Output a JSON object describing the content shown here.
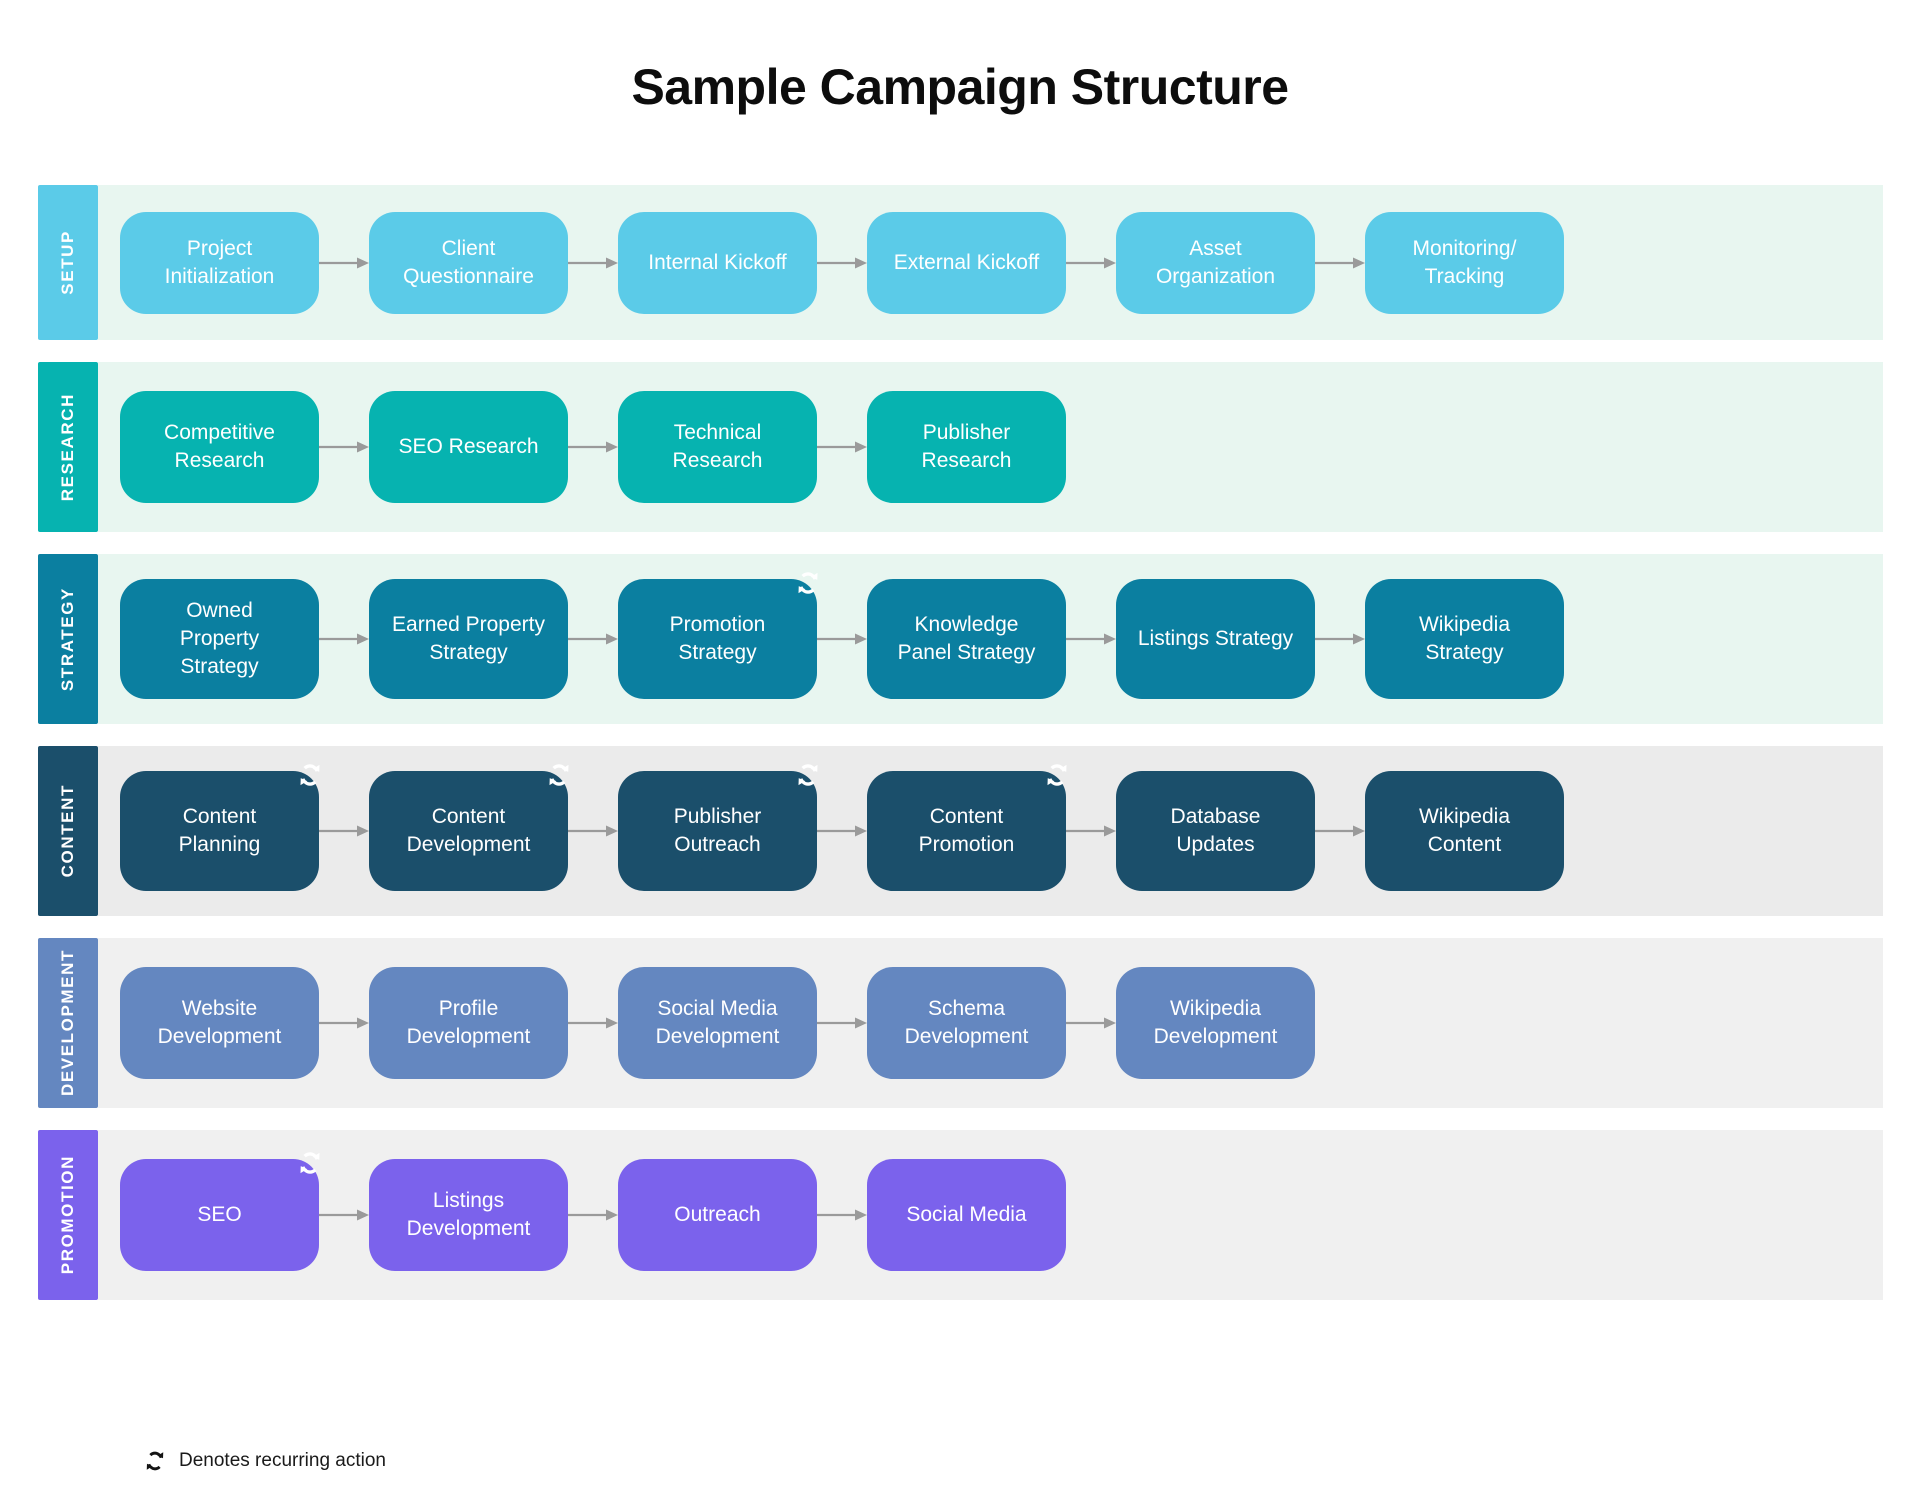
{
  "title": "Sample Campaign Structure",
  "legend": {
    "icon": "recurring-refresh-icon",
    "text": "Denotes recurring action"
  },
  "colors": {
    "setup_node": "#5bcbe8",
    "setup_label": "#5bcbe8",
    "setup_band": "#e8f6f0",
    "research_node": "#06b3b0",
    "research_label": "#06b3b0",
    "research_band": "#e8f6f0",
    "strategy_node": "#0b7fa0",
    "strategy_label": "#0b7fa0",
    "strategy_band": "#e8f6f0",
    "content_node": "#1b4f6b",
    "content_label": "#1b4f6b",
    "content_band": "#ebebeb",
    "development_node": "#6487c0",
    "development_label": "#6487c0",
    "development_band": "#f0f0f0",
    "promotion_node": "#7b62ec",
    "promotion_label": "#7b62ec",
    "promotion_band": "#f0f0f0",
    "arrow": "#9a9a9a",
    "title_text": "#0d0d0d"
  },
  "rows": [
    {
      "id": "setup",
      "label": "SETUP",
      "nodes": [
        {
          "label": "Project\nInitialization",
          "recurring": false
        },
        {
          "label": "Client\nQuestionnaire",
          "recurring": false
        },
        {
          "label": "Internal Kickoff",
          "recurring": false
        },
        {
          "label": "External Kickoff",
          "recurring": false
        },
        {
          "label": "Asset\nOrganization",
          "recurring": false
        },
        {
          "label": "Monitoring/\nTracking",
          "recurring": false
        }
      ]
    },
    {
      "id": "research",
      "label": "RESEARCH",
      "nodes": [
        {
          "label": "Competitive\nResearch",
          "recurring": false
        },
        {
          "label": "SEO Research",
          "recurring": false
        },
        {
          "label": "Technical\nResearch",
          "recurring": false
        },
        {
          "label": "Publisher\nResearch",
          "recurring": false
        }
      ]
    },
    {
      "id": "strategy",
      "label": "STRATEGY",
      "nodes": [
        {
          "label": "Owned\nProperty\nStrategy",
          "recurring": false
        },
        {
          "label": "Earned Property\nStrategy",
          "recurring": false
        },
        {
          "label": "Promotion\nStrategy",
          "recurring": true
        },
        {
          "label": "Knowledge\nPanel Strategy",
          "recurring": false
        },
        {
          "label": "Listings Strategy",
          "recurring": false
        },
        {
          "label": "Wikipedia\nStrategy",
          "recurring": false
        }
      ]
    },
    {
      "id": "content",
      "label": "CONTENT",
      "nodes": [
        {
          "label": "Content\nPlanning",
          "recurring": true
        },
        {
          "label": "Content\nDevelopment",
          "recurring": true
        },
        {
          "label": "Publisher\nOutreach",
          "recurring": true
        },
        {
          "label": "Content\nPromotion",
          "recurring": true
        },
        {
          "label": "Database\nUpdates",
          "recurring": false
        },
        {
          "label": "Wikipedia\nContent",
          "recurring": false
        }
      ]
    },
    {
      "id": "development",
      "label": "DEVELOPMENT",
      "nodes": [
        {
          "label": "Website\nDevelopment",
          "recurring": false
        },
        {
          "label": "Profile\nDevelopment",
          "recurring": false
        },
        {
          "label": "Social Media\nDevelopment",
          "recurring": false
        },
        {
          "label": "Schema\nDevelopment",
          "recurring": false
        },
        {
          "label": "Wikipedia\nDevelopment",
          "recurring": false
        }
      ]
    },
    {
      "id": "promotion",
      "label": "PROMOTION",
      "nodes": [
        {
          "label": "SEO",
          "recurring": true
        },
        {
          "label": "Listings\nDevelopment",
          "recurring": false
        },
        {
          "label": "Outreach",
          "recurring": false
        },
        {
          "label": "Social Media",
          "recurring": false
        }
      ]
    }
  ]
}
